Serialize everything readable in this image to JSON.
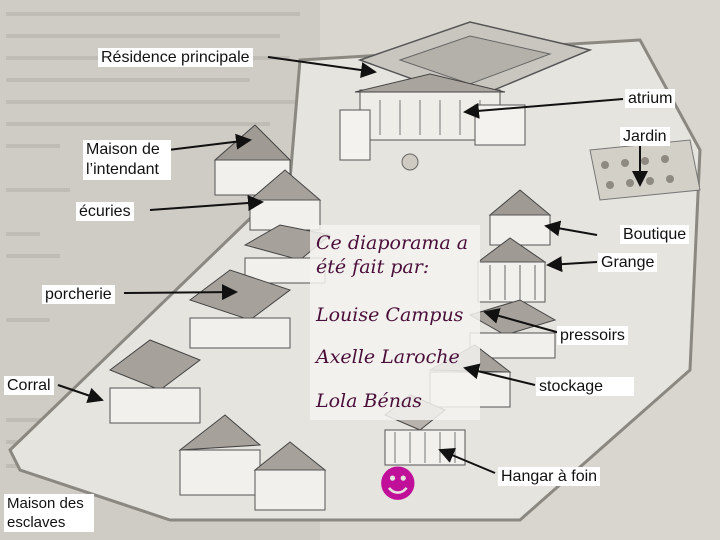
{
  "labels": {
    "residence": "Résidence principale",
    "atrium": "atrium",
    "jardin": "Jardin",
    "intendant": "Maison de l’intendant",
    "ecuries": "écuries",
    "boutique": "Boutique",
    "grange": "Grange",
    "porcherie": "porcherie",
    "pressoirs": "pressoirs",
    "corral": "Corral",
    "stockage": "stockage",
    "hangar": "Hangar à foin",
    "esclaves": "Maison des esclaves"
  },
  "credits": {
    "heading_line1": "Ce diaporama a",
    "heading_line2": "été fait par:",
    "authors": [
      "Louise Campus",
      "Axelle Laroche",
      "Lola Bénas"
    ]
  },
  "smiley": "☻",
  "colors": {
    "background": "#d9d6cf",
    "credits_text": "#4a0e3a",
    "smiley": "#c0109a"
  }
}
